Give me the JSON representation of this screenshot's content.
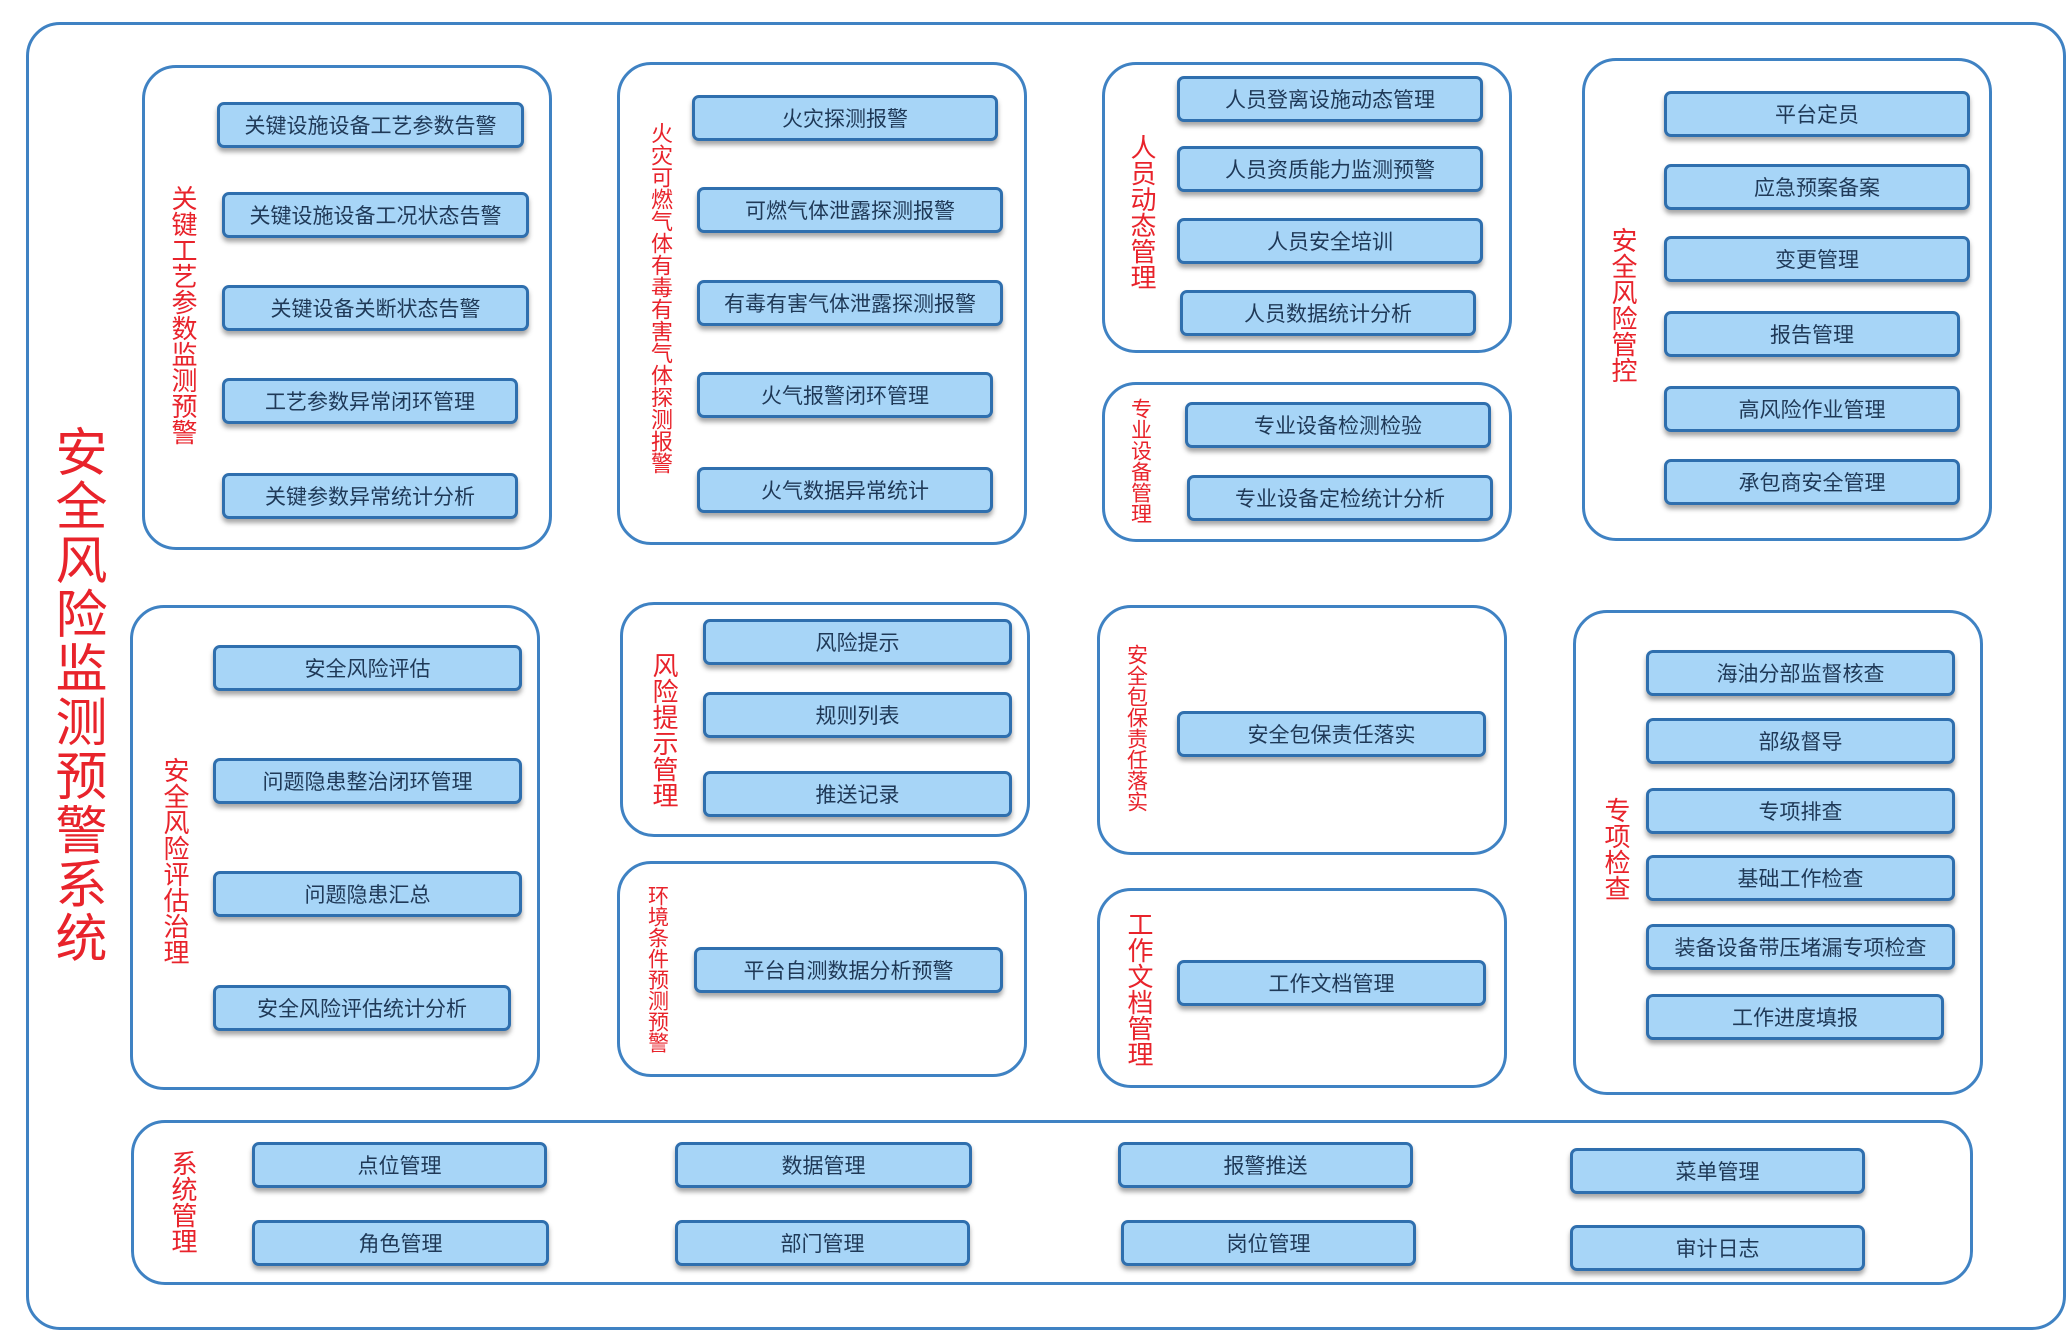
{
  "system_title": "安全风险监测预警系统",
  "panels": [
    {
      "key": "p1",
      "title": "关键工艺参数监测预警",
      "items": [
        "关键设施设备工艺参数告警",
        "关键设施设备工况状态告警",
        "关键设备关断状态告警",
        "工艺参数异常闭环管理",
        "关键参数异常统计分析"
      ]
    },
    {
      "key": "p2",
      "title": "火灾可燃气体有毒有害气体探测报警",
      "items": [
        "火灾探测报警",
        "可燃气体泄露探测报警",
        "有毒有害气体泄露探测报警",
        "火气报警闭环管理",
        "火气数据异常统计"
      ]
    },
    {
      "key": "p3",
      "title": "人员动态管理",
      "items": [
        "人员登离设施动态管理",
        "人员资质能力监测预警",
        "人员安全培训",
        "人员数据统计分析"
      ]
    },
    {
      "key": "p4",
      "title": "专业设备管理",
      "items": [
        "专业设备检测检验",
        "专业设备定检统计分析"
      ]
    },
    {
      "key": "p5",
      "title": "安全风险管控",
      "items": [
        "平台定员",
        "应急预案备案",
        "变更管理",
        "报告管理",
        "高风险作业管理",
        "承包商安全管理"
      ]
    },
    {
      "key": "p6",
      "title": "安全风险评估治理",
      "items": [
        "安全风险评估",
        "问题隐患整治闭环管理",
        "问题隐患汇总",
        "安全风险评估统计分析"
      ]
    },
    {
      "key": "p7",
      "title": "风险提示管理",
      "items": [
        "风险提示",
        "规则列表",
        "推送记录"
      ]
    },
    {
      "key": "p8",
      "title": "环境条件预测预警",
      "items": [
        "平台自测数据分析预警"
      ]
    },
    {
      "key": "p9",
      "title": "安全包保责任落实",
      "items": [
        "安全包保责任落实"
      ]
    },
    {
      "key": "p10",
      "title": "工作文档管理",
      "items": [
        "工作文档管理"
      ]
    },
    {
      "key": "p11",
      "title": "专项检查",
      "items": [
        "海油分部监督核查",
        "部级督导",
        "专项排查",
        "基础工作检查",
        "装备设备带压堵漏专项检查",
        "工作进度填报"
      ]
    },
    {
      "key": "p12",
      "title": "系统管理",
      "items": [
        "点位管理",
        "角色管理",
        "数据管理",
        "部门管理",
        "报警推送",
        "岗位管理",
        "菜单管理",
        "审计日志"
      ]
    }
  ],
  "colors": {
    "frame": "#3f82c3",
    "title_red": "#e8232b",
    "item_fill": "#a7d5f7",
    "item_border": "#2f6fae",
    "item_text": "#1f3957"
  }
}
